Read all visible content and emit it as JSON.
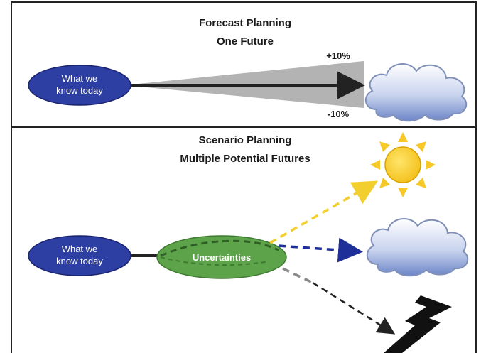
{
  "forecast": {
    "title_line1": "Forecast Planning",
    "title_line2": "One Future",
    "upper_label": "+10%",
    "lower_label": "-10%",
    "start_line1": "What we",
    "start_line2": "know today",
    "outcome_icon": "cloud-icon"
  },
  "scenario": {
    "title_line1": "Scenario Planning",
    "title_line2": "Multiple Potential Futures",
    "start_line1": "What we",
    "start_line2": "know today",
    "hub_label": "Uncertainties",
    "outcomes": [
      {
        "icon": "sun-icon",
        "arrow_color": "#f2cf2e"
      },
      {
        "icon": "cloud-icon",
        "arrow_color": "#1f2f99"
      },
      {
        "icon": "lightning-icon",
        "arrow_color": "#333333"
      }
    ]
  },
  "colors": {
    "oval_blue": "#2e3fa3",
    "hub_green": "#5da34a",
    "sun_yellow": "#f6c928",
    "frame": "#222222"
  }
}
